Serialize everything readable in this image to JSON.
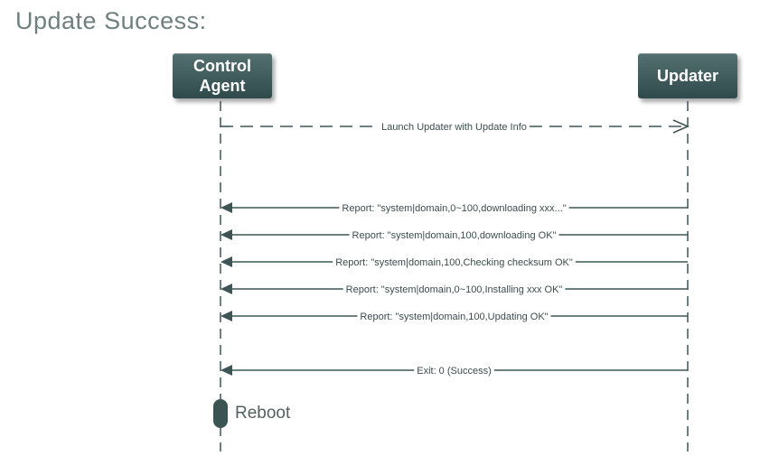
{
  "title": "Update Success:",
  "participants": [
    {
      "id": "control",
      "lines": [
        "Control",
        "Agent"
      ]
    },
    {
      "id": "updater",
      "lines": [
        "Updater"
      ]
    }
  ],
  "messages": [
    {
      "label": "Launch Updater with Update Info",
      "from": "control",
      "to": "updater",
      "style": "dashed"
    },
    {
      "label": "Report: \"system|domain,0~100,downloading xxx...\"",
      "from": "updater",
      "to": "control",
      "style": "solid"
    },
    {
      "label": "Report: \"system|domain,100,downloading OK\"",
      "from": "updater",
      "to": "control",
      "style": "solid"
    },
    {
      "label": "Report: \"system|domain,100,Checking checksum OK\"",
      "from": "updater",
      "to": "control",
      "style": "solid"
    },
    {
      "label": "Report: \"system|domain,0~100,Installing xxx OK\"",
      "from": "updater",
      "to": "control",
      "style": "solid"
    },
    {
      "label": "Report: \"system|domain,100,Updating OK\"",
      "from": "updater",
      "to": "control",
      "style": "solid"
    },
    {
      "label": "Exit: 0 (Success)",
      "from": "updater",
      "to": "control",
      "style": "solid"
    }
  ],
  "activation": {
    "label": "Reboot",
    "participant": "control"
  },
  "colors": {
    "actor": "#3f5b5b",
    "line": "#3f5555",
    "text": "#3c4c4c",
    "title": "#6f7f7f"
  }
}
